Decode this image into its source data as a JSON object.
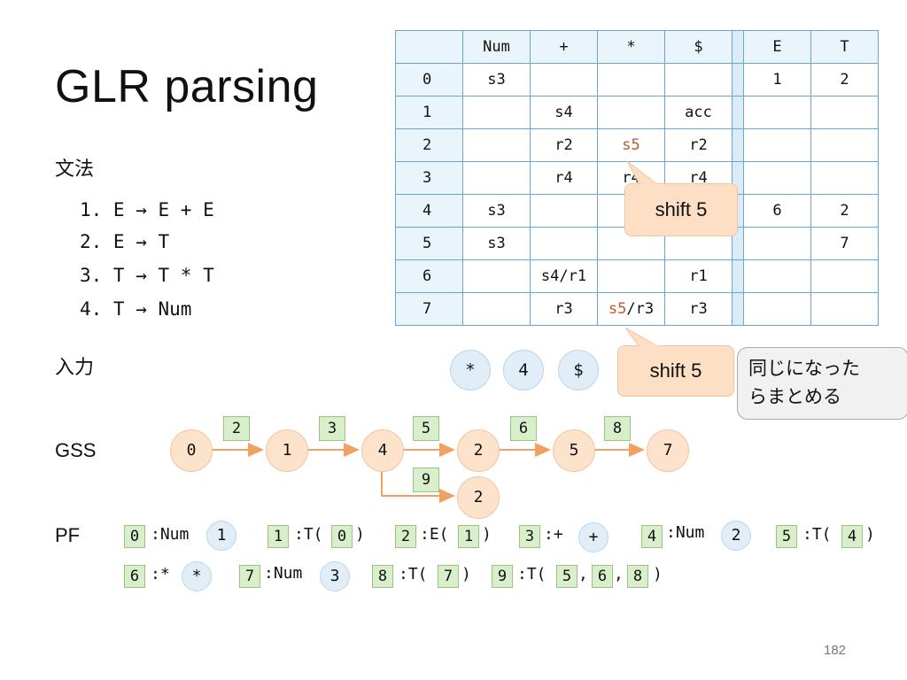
{
  "title": "GLR parsing",
  "grammar_label": "文法",
  "rules": [
    "1. E → E + E",
    "2. E → T",
    "3. T → T * T",
    "4. T → Num"
  ],
  "input_label": "入力",
  "gss_label": "GSS",
  "pf_label": "PF",
  "table": {
    "headers": [
      "Num",
      "+",
      "*",
      "$",
      "E",
      "T"
    ],
    "rows": [
      {
        "state": "0",
        "num": "s3",
        "plus": "",
        "star": "",
        "dollar": "",
        "E": "1",
        "T": "2"
      },
      {
        "state": "1",
        "num": "",
        "plus": "s4",
        "star": "",
        "dollar": "acc",
        "E": "",
        "T": ""
      },
      {
        "state": "2",
        "num": "",
        "plus": "r2",
        "star": "s5",
        "dollar": "r2",
        "E": "",
        "T": ""
      },
      {
        "state": "3",
        "num": "",
        "plus": "r4",
        "star": "r4",
        "dollar": "r4",
        "E": "",
        "T": ""
      },
      {
        "state": "4",
        "num": "s3",
        "plus": "",
        "star": "",
        "dollar": "",
        "E": "6",
        "T": "2"
      },
      {
        "state": "5",
        "num": "s3",
        "plus": "",
        "star": "",
        "dollar": "",
        "E": "",
        "T": "7"
      },
      {
        "state": "6",
        "num": "",
        "plus": "s4/r1",
        "star": "",
        "dollar": "r1",
        "E": "",
        "T": ""
      },
      {
        "state": "7",
        "num": "",
        "plus": "r3",
        "star_a": "s5",
        "star_b": "/r3",
        "dollar": "r3",
        "E": "",
        "T": ""
      }
    ]
  },
  "callouts": {
    "shift1": "shift 5",
    "shift2": "shift 5"
  },
  "note": {
    "line1": "同じになった",
    "line2": "らまとめる"
  },
  "input_tokens": [
    "*",
    "4",
    "$"
  ],
  "gss": {
    "nodes": [
      "0",
      "1",
      "4",
      "2",
      "5",
      "7",
      "2"
    ],
    "edge_labels": [
      "2",
      "3",
      "5",
      "6",
      "8",
      "9"
    ]
  },
  "pf": {
    "row1": {
      "e0": {
        "id": "0",
        "text": ":Num",
        "circ": "1"
      },
      "e1": {
        "id": "1",
        "text": ":T(",
        "ref": "0",
        "close": ")"
      },
      "e2": {
        "id": "2",
        "text": ":E(",
        "ref": "1",
        "close": ")"
      },
      "e3": {
        "id": "3",
        "text": ":+",
        "circ": "+"
      },
      "e4": {
        "id": "4",
        "text": ":Num",
        "circ": "2"
      },
      "e5": {
        "id": "5",
        "text": ":T(",
        "ref": "4",
        "close": ")"
      }
    },
    "row2": {
      "e6": {
        "id": "6",
        "text": ":*",
        "circ": "*"
      },
      "e7": {
        "id": "7",
        "text": ":Num",
        "circ": "3"
      },
      "e8": {
        "id": "8",
        "text": ":T(",
        "ref": "7",
        "close": ")"
      },
      "e9": {
        "id": "9",
        "text": ":T(",
        "ref1": "5",
        "sep1": ",",
        "ref2": "6",
        "sep2": ",",
        "ref3": "8",
        "close": ")"
      }
    }
  },
  "page_number": "182",
  "colors": {
    "table_border": "#6aa5d4",
    "accent_orange": "#c0582a",
    "callout_bg": "#fcdfc4",
    "gss_edge": "#f0a060",
    "pf_box": "#d9efcc",
    "blue_circle": "#e1eef8"
  }
}
